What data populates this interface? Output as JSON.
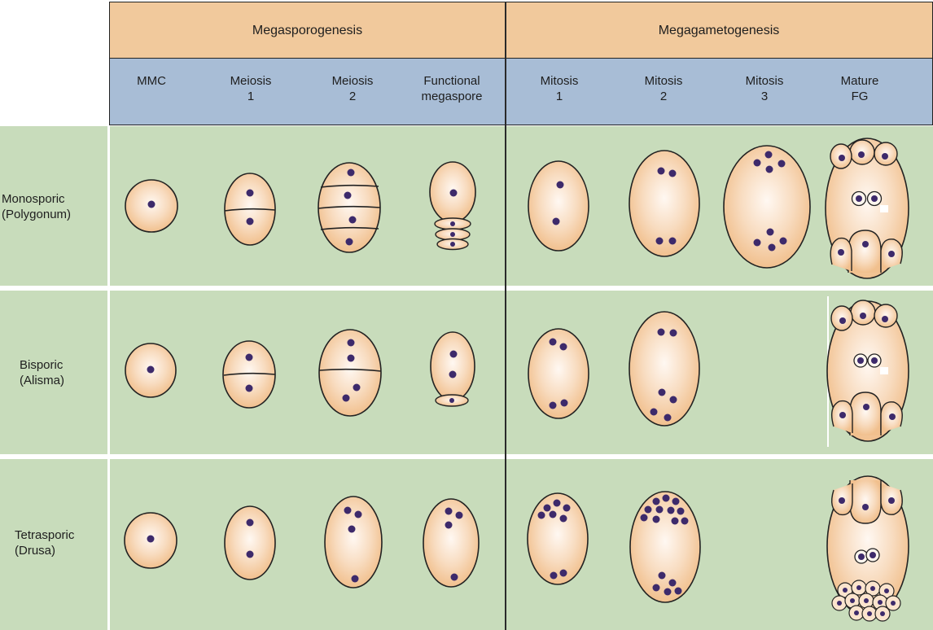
{
  "header": {
    "megasporogenesis": "Megasporogenesis",
    "megagametogenesis": "Megagametogenesis"
  },
  "stages": [
    {
      "label": "MMC"
    },
    {
      "label": "Meiosis\n1"
    },
    {
      "label": "Meiosis\n2"
    },
    {
      "label": "Functional\nmegaspore"
    },
    {
      "label": "Mitosis\n1"
    },
    {
      "label": "Mitosis\n2"
    },
    {
      "label": "Mitosis\n3"
    },
    {
      "label": "Mature\nFG"
    }
  ],
  "rows": [
    {
      "label": "Monosporic\n(Polygonum)"
    },
    {
      "label": "Bisporic\n(Alisma)"
    },
    {
      "label": "Tetrasporic\n(Drusa)"
    }
  ],
  "colors": {
    "phase_header": "#f1c99c",
    "stage_header": "#a8bdd6",
    "row_background": "#c8dcbb",
    "cell_fill": "#f5c9a0",
    "nucleus": "#3d2a6b"
  }
}
